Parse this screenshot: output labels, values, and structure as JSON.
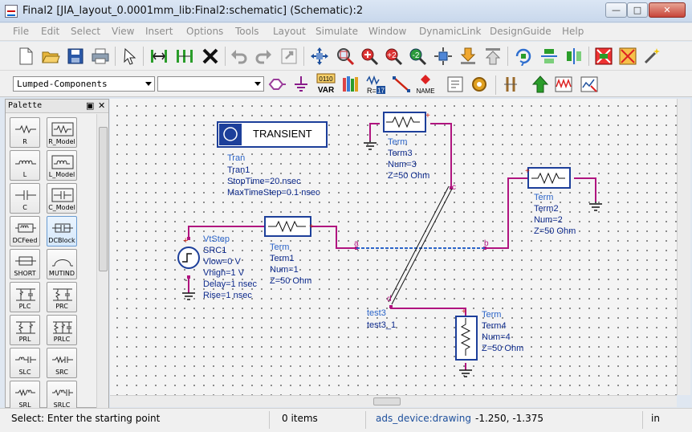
{
  "window": {
    "title": "Final2 [JIA_layout_0.0001mm_lib:Final2:schematic] (Schematic):2",
    "controls": {
      "minimize": "—",
      "maximize": "□",
      "close": "✕"
    }
  },
  "menu": [
    "File",
    "Edit",
    "Select",
    "View",
    "Insert",
    "Options",
    "Tools",
    "Layout",
    "Simulate",
    "Window",
    "DynamicLink",
    "DesignGuide",
    "Help"
  ],
  "toolbar2": {
    "library_combo": "Lumped-Components",
    "component_combo": "",
    "var_label": "VAR",
    "var_bits": "0110",
    "r_label": "R=",
    "r_value": "17",
    "name_label": "NAME"
  },
  "palette": {
    "title": "Palette",
    "items": [
      [
        "R",
        "R_Model"
      ],
      [
        "L",
        "L_Model"
      ],
      [
        "C",
        "C_Model"
      ],
      [
        "DCFeed",
        "DCBlock"
      ],
      [
        "SHORT",
        "MUTIND"
      ],
      [
        "PLC",
        "PRC"
      ],
      [
        "PRL",
        "PRLC"
      ],
      [
        "SLC",
        "SRC"
      ],
      [
        "SRL",
        "SRLC"
      ]
    ]
  },
  "schematic": {
    "tran": {
      "box_label": "TRANSIENT",
      "lines": [
        "Tran",
        "Tran1",
        "StopTime=20 nsec",
        "MaxTimeStep=0.1 nsec"
      ]
    },
    "source": {
      "lines": [
        "VtStep",
        "SRC1",
        "Vlow=0 V",
        "Vhigh=1 V",
        "Delay=1 nsec",
        "Rise=1 nsec"
      ],
      "plus": "+",
      "minus": "-"
    },
    "term1": [
      "Term",
      "Term1",
      "Num=1",
      "Z=50 Ohm"
    ],
    "term2": [
      "Term",
      "Term2",
      "Num=2",
      "Z=50 Ohm"
    ],
    "term3": [
      "Term",
      "Term3",
      "Num=3",
      "Z=50 Ohm"
    ],
    "term4": [
      "Term",
      "Term4",
      "Num=4",
      "Z=50 Ohm"
    ],
    "test3": [
      "test3",
      "test3_1"
    ],
    "pins": [
      "a",
      "b",
      "c",
      "d"
    ]
  },
  "status": {
    "message": "Select: Enter the starting point",
    "items": "0 items",
    "device": "ads_device:drawing",
    "coords": "-1.250, -1.375",
    "units": "in"
  }
}
